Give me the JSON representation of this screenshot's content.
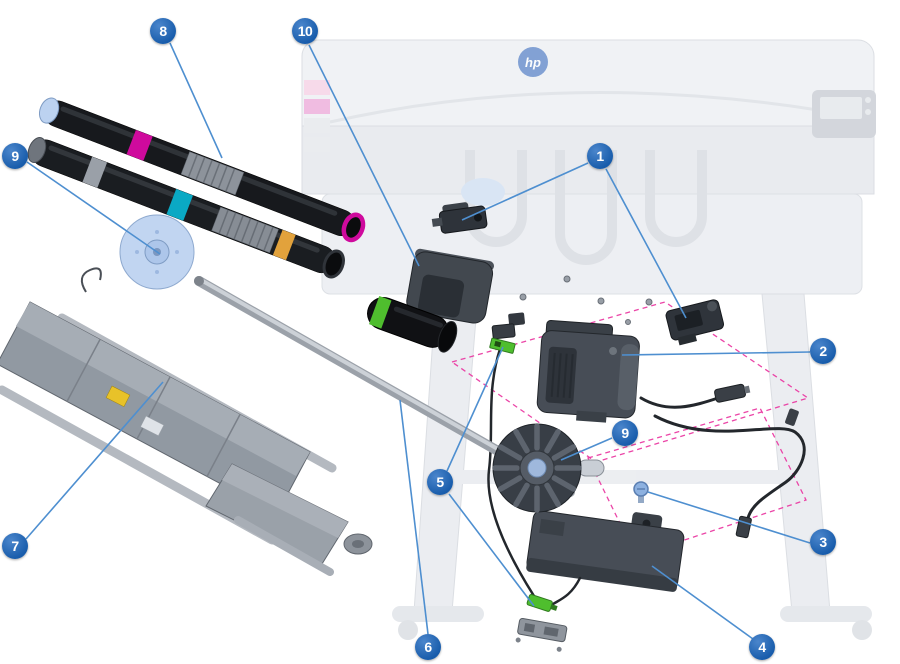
{
  "diagram": {
    "hp_logo": "hp",
    "callouts": [
      {
        "id": "callout-8",
        "label": "8"
      },
      {
        "id": "callout-10",
        "label": "10"
      },
      {
        "id": "callout-9-left",
        "label": "9"
      },
      {
        "id": "callout-1",
        "label": "1"
      },
      {
        "id": "callout-2",
        "label": "2"
      },
      {
        "id": "callout-9-center",
        "label": "9"
      },
      {
        "id": "callout-5",
        "label": "5"
      },
      {
        "id": "callout-3",
        "label": "3"
      },
      {
        "id": "callout-7",
        "label": "7"
      },
      {
        "id": "callout-6",
        "label": "6"
      },
      {
        "id": "callout-4",
        "label": "4"
      }
    ]
  },
  "colors": {
    "callout_blue": "#185cab",
    "leader_blue": "#4e8fd0",
    "outline_magenta": "#ea3ba2",
    "band_magenta": "#cf0a9d",
    "band_cyan": "#0aa9c4",
    "band_green": "#4fbe2e",
    "band_orange": "#e2a23c",
    "hub_blue": "#bcd2f0",
    "part_dark": "#3c424b",
    "part_mid": "#6c727b",
    "part_light": "#b9bec6"
  }
}
